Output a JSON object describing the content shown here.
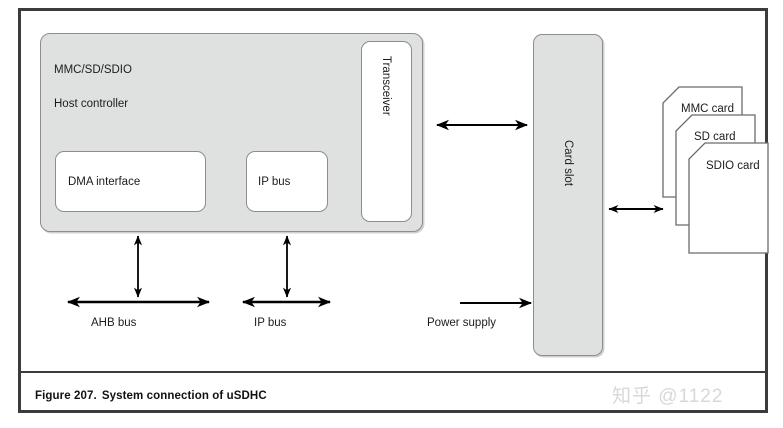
{
  "figure": {
    "caption_number": "Figure 207.",
    "caption_title": "System connection of uSDHC"
  },
  "host_controller": {
    "title_line1": "MMC/SD/SDIO",
    "title_line2": "Host controller",
    "blocks": [
      {
        "label": "DMA interface"
      },
      {
        "label": "IP bus"
      },
      {
        "label": "Transceiver"
      }
    ]
  },
  "card_slot": {
    "label": "Card slot"
  },
  "cards": [
    {
      "label": "MMC card"
    },
    {
      "label": "SD card"
    },
    {
      "label": "SDIO card"
    }
  ],
  "bus_labels": {
    "ahb_bus": "AHB bus",
    "ip_bus": "IP bus",
    "power_supply": "Power supply"
  },
  "watermark": {
    "text": "知乎 @1122"
  },
  "colors": {
    "frame_border": "#3b3b3b",
    "block_fill_gray": "#dfe1e0",
    "block_fill_white": "#ffffff",
    "block_border": "#8d8d8d",
    "arrow": "#000000",
    "text": "#1c1c1c",
    "watermark": "#d8d8d8",
    "card_border": "#6b6b6b"
  }
}
